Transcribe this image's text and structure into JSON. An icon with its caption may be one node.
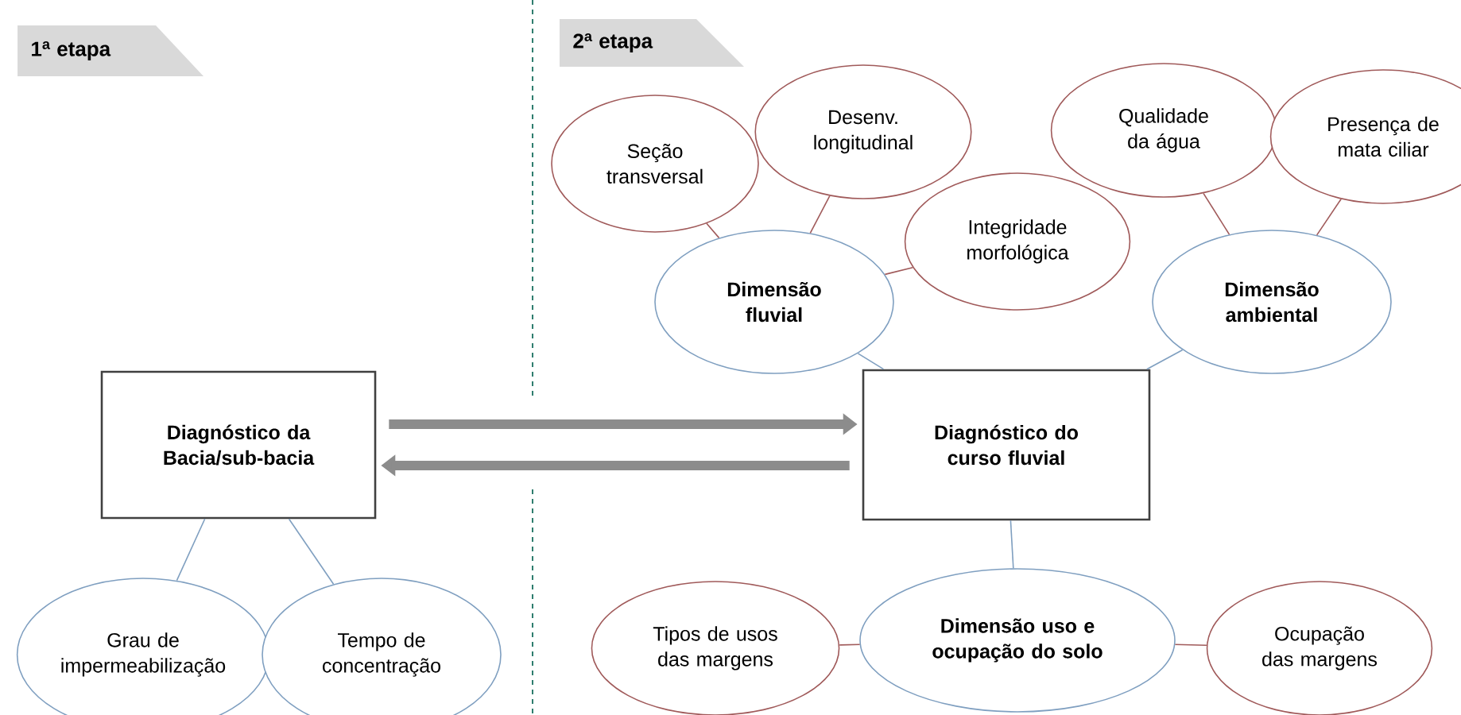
{
  "diagram": {
    "nodes": [
      {
        "text": [
          "1$^{a}$ etapa"
        ]
      },
      {
        "text": [
          "2$^{a}$ etapa"
        ]
      },
      {
        "text": [
          "Diagnóstico da Bacia/sub-bacia"
        ]
      },
      {
        "text": [
          "Grau de impermeabilização"
        ]
      },
      {
        "text": [
          "Tempo de concentração"
        ]
      },
      {
        "text": [
          "Diagnóstico do curso fluvial"
        ]
      },
      {
        "text": [
          "Dimensão fluvial"
        ]
      },
      {
        "text": [
          "Seção transversal"
        ]
      },
      {
        "text": [
          "Desenv. longitudinal"
        ]
      },
      {
        "text": [
          "Integridade morfológica"
        ]
      },
      {
        "text": [
          "Dimensão ambiental"
        ]
      },
      {
        "text": [
          "Qualidade da água"
        ]
      },
      {
        "text": [
          "Presença de mata ciliar"
        ]
      },
      {
        "text": [
          "Dimensão uso e ocupação do solo"
        ]
      },
      {
        "text": [
          "Tipos de usos das margens"
        ]
      },
      {
        "text": [
          "Ocupação das margens"
        ]
      }
    ],
    "edges": [
      {
        "from": 2,
        "to": 3,
        "arrow": "none",
        "color": "#7f9fc0"
      },
      {
        "from": 2,
        "to": 4,
        "arrow": "none",
        "color": "#7f9fc0"
      },
      {
        "from": 2,
        "to": 5,
        "arrow": "to",
        "style": "thick",
        "color": "#8c8c8c"
      },
      {
        "from": 5,
        "to": 2,
        "arrow": "to",
        "style": "thick",
        "color": "#8c8c8c"
      },
      {
        "from": 6,
        "to": 7,
        "arrow": "none"
      },
      {
        "from": 6,
        "to": 8,
        "arrow": "none"
      },
      {
        "from": 6,
        "to": 9,
        "arrow": "none"
      },
      {
        "from": 6,
        "to": 5,
        "arrow": "none",
        "color": "#7f9fc0"
      },
      {
        "from": 10,
        "to": 11,
        "arrow": "none"
      },
      {
        "from": 10,
        "to": 12,
        "arrow": "none"
      },
      {
        "from": 10,
        "to": 5,
        "arrow": "none",
        "color": "#7f9fc0"
      },
      {
        "from": 5,
        "to": 13,
        "arrow": "none",
        "color": "#7f9fc0"
      },
      {
        "from": 13,
        "to": 14,
        "arrow": "none"
      },
      {
        "from": 13,
        "to": 15,
        "arrow": "none"
      }
    ]
  }
}
